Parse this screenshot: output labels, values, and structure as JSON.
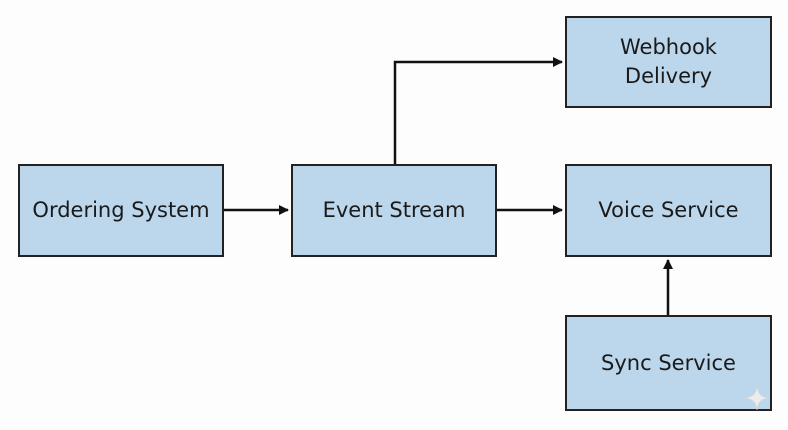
{
  "diagram": {
    "nodes": {
      "ordering": {
        "label": "Ordering System"
      },
      "event": {
        "label": "Event Stream"
      },
      "webhook": {
        "label": "Webhook\nDelivery"
      },
      "voice": {
        "label": "Voice Service"
      },
      "sync": {
        "label": "Sync Service"
      }
    },
    "edges": [
      {
        "from": "Ordering System",
        "to": "Event Stream"
      },
      {
        "from": "Event Stream",
        "to": "Webhook Delivery"
      },
      {
        "from": "Event Stream",
        "to": "Voice Service"
      },
      {
        "from": "Sync Service",
        "to": "Voice Service"
      }
    ],
    "colors": {
      "node_fill": "#bcd7ec",
      "node_border": "#222222",
      "arrow": "#111111"
    },
    "icons": [
      "sparkle-icon"
    ]
  }
}
